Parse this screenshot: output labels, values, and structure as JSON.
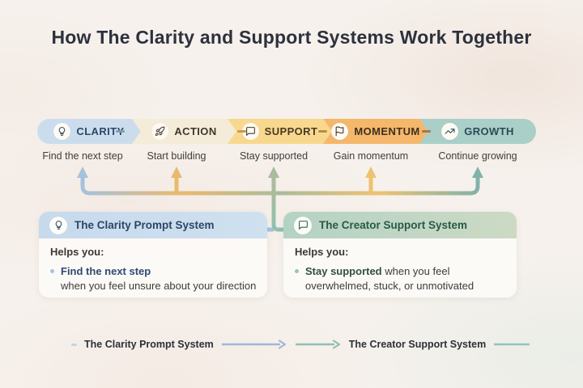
{
  "title": "How The Clarity and Support Systems  Work Together",
  "flow": {
    "stages": [
      {
        "label": "CLARITY",
        "sublabel": "Find the next step",
        "icon": "lightbulb-icon",
        "bg": "#cbdded",
        "arrow_color": "#a6c1dc"
      },
      {
        "label": "ACTION",
        "sublabel": "Start building",
        "icon": "rocket-icon",
        "bg": "#f4ecd9",
        "arrow_color": "#e9ba6e"
      },
      {
        "label": "SUPPORT",
        "sublabel": "Stay supported",
        "icon": "speech-bubble-icon",
        "bg": "#f8d88f",
        "arrow_color": "#a9bc9b"
      },
      {
        "label": "MOMENTUM",
        "sublabel": "Gain momentum",
        "icon": "flag-icon",
        "bg": "#f4b76b",
        "arrow_color": "#edc370"
      },
      {
        "label": "GROWTH",
        "sublabel": "Continue growing",
        "icon": "trending-up-icon",
        "bg": "#a9cfc8",
        "arrow_color": "#82b2a9"
      }
    ]
  },
  "cards": [
    {
      "title": "The Clarity Prompt System",
      "icon": "lightbulb-icon",
      "helps_label": "Helps you:",
      "bullet_bold": "Find the next step",
      "bullet_rest": "",
      "bullet_line2": "when you feel unsure about your direction",
      "header_color": "#cfe0ef",
      "accent_color": "#2c4a72"
    },
    {
      "title": "The Creator Support System",
      "icon": "speech-bubble-icon",
      "helps_label": "Helps you:",
      "bullet_bold": "Stay supported",
      "bullet_rest": " when you feel",
      "bullet_line2": "overwhelmed, stuck, or unmotivated",
      "header_color": "#b4d2c3",
      "accent_color": "#2f4f44"
    }
  ],
  "legend": {
    "left_label": "The Clarity Prompt System",
    "right_label": "The Creator Support System",
    "left_arrow_color": "#9db9d8",
    "right_arrow_color": "#8fc0b2"
  }
}
